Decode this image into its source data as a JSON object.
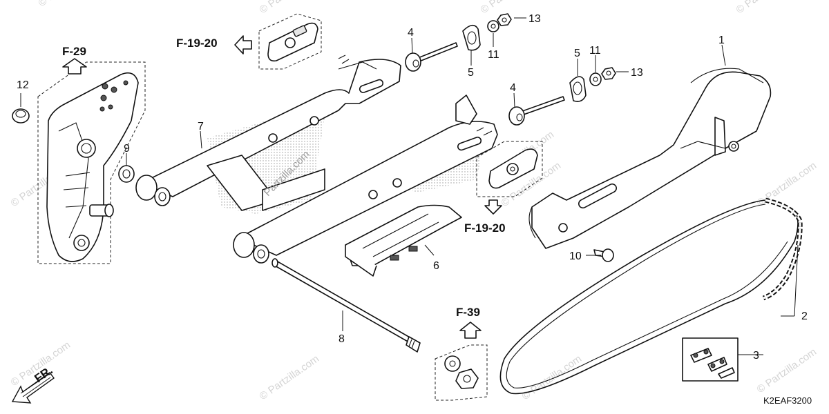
{
  "diagram": {
    "callouts": [
      "1",
      "2",
      "3",
      "4",
      "4",
      "5",
      "5",
      "6",
      "7",
      "8",
      "9",
      "10",
      "11",
      "11",
      "12",
      "13",
      "13"
    ],
    "refs": [
      "F-29",
      "F-19-20",
      "F-19-20",
      "F-39"
    ],
    "front_label": "FR.",
    "diagram_code": "K2EAF3200",
    "watermark": "© Partzilla.com",
    "center_watermark": "Partzilla.com"
  },
  "colors": {
    "ink": "#111111",
    "watermark": "#d4d4d4",
    "screen": "#bdbdbd"
  },
  "icons": [
    "arrow-up-icon",
    "arrow-left-icon",
    "arrow-down-icon",
    "front-arrow-icon"
  ]
}
